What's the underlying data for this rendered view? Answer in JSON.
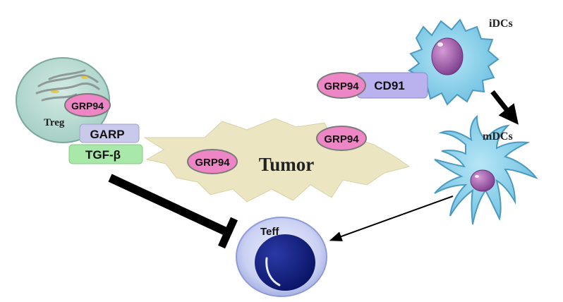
{
  "labels": {
    "treg": "Treg",
    "grp94_treg": "GRP94",
    "garp": "GARP",
    "tgfb": "TGF-β",
    "grp94_tumor_left": "GRP94",
    "grp94_tumor_right": "GRP94",
    "tumor": "Tumor",
    "grp94_cd91": "GRP94",
    "cd91": "CD91",
    "idcs": "iDCs",
    "mdcs": "mDCs",
    "teff": "Teff"
  },
  "colors": {
    "treg_cell": "#b7d8d0",
    "grp94": "#ee86c6",
    "garp": "#c9c9ec",
    "tgfb": "#a8e8a8",
    "cd91": "#b9b2ee",
    "tumor": "#ece6c2",
    "dc": "#7ec7e4",
    "dc_nucleus": "#9a62a8",
    "teff_outer": "#c8cff0",
    "teff_inner": "#101a7a"
  }
}
